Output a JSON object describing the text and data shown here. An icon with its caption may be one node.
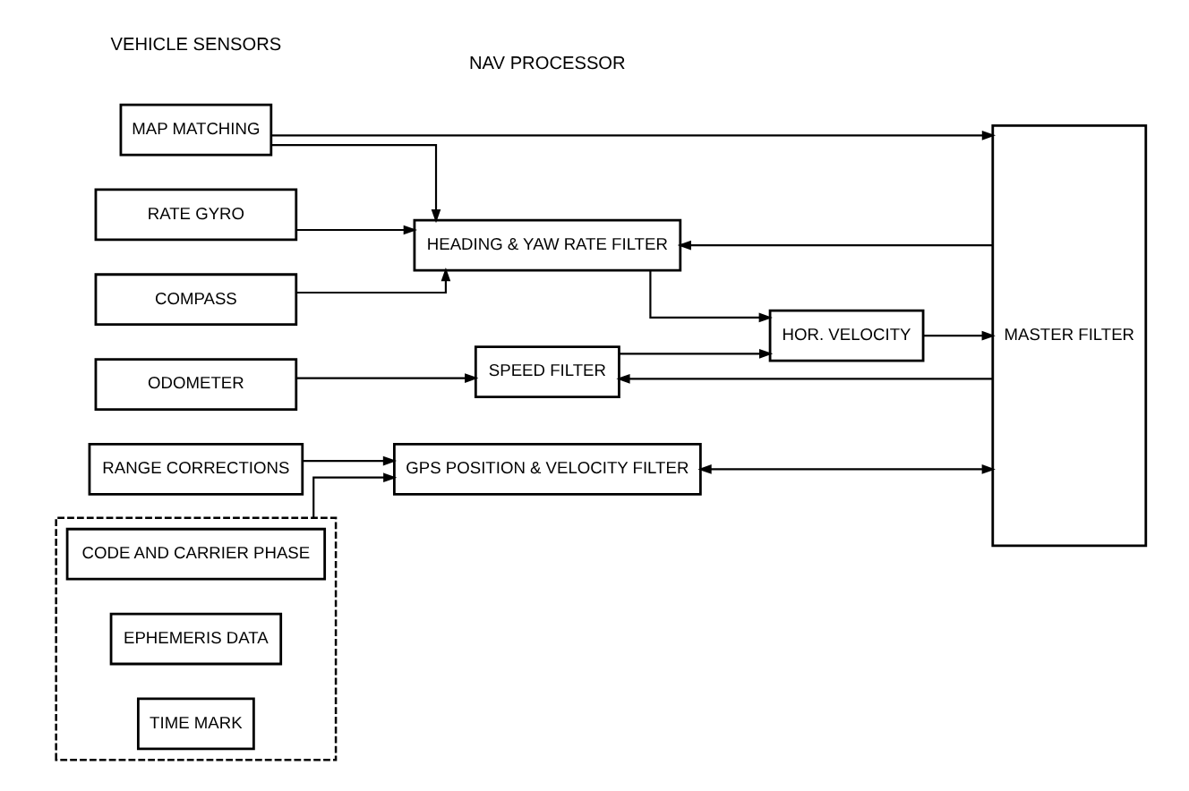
{
  "diagram": {
    "nodes": [
      {
        "text": [
          "RANGE CORRECTIONS"
        ]
      },
      {
        "text": [],
        "shape": "box"
      },
      {
        "text": [
          "CODE AND CARRIER PHASE"
        ],
        "in": 1
      },
      {
        "text": [
          "EPHEMERIS DATA"
        ],
        "in": 1
      },
      {
        "text": [
          "TIME MARK"
        ],
        "in": 1
      },
      {
        "text": [
          "GPS POSITION & VELOCITY FILTER"
        ]
      },
      {
        "text": [
          "MASTER FILTER"
        ]
      },
      {
        "text": [
          "MAP MATCHING"
        ]
      },
      {
        "text": [
          "HEADING & YAW RATE FILTER"
        ]
      },
      {
        "text": [
          "HOR. VELOCITY"
        ]
      },
      {
        "text": [
          "RATE GYRO"
        ]
      },
      {
        "text": [
          "COMPASS"
        ]
      },
      {
        "text": [
          "ODOMETER"
        ]
      },
      {
        "text": [
          "SPEED FILTER"
        ]
      }
    ],
    "edges": [
      {
        "from": 0,
        "to": 5,
        "arrow": "to"
      },
      {
        "from": 1,
        "to": 5,
        "arrow": "to"
      },
      {
        "from": 5,
        "to": 6,
        "arrow": "both"
      },
      {
        "from": 6,
        "to": 8,
        "arrow": "to"
      },
      {
        "from": 7,
        "to": 8,
        "arrow": "to"
      },
      {
        "from": 7,
        "to": 6,
        "arrow": "to"
      },
      {
        "from": 10,
        "to": 8,
        "arrow": "to"
      },
      {
        "from": 11,
        "to": 8,
        "arrow": "to"
      },
      {
        "from": 8,
        "to": 9,
        "arrow": "to"
      },
      {
        "from": 9,
        "to": 6,
        "arrow": "to"
      },
      {
        "from": 12,
        "to": 13,
        "arrow": "to"
      },
      {
        "from": 13,
        "to": 9,
        "arrow": "to"
      },
      {
        "from": 6,
        "to": 13,
        "arrow": "to"
      }
    ],
    "labels": [
      "VEHICLE SENSORS",
      "NAV PROCESSOR"
    ]
  }
}
